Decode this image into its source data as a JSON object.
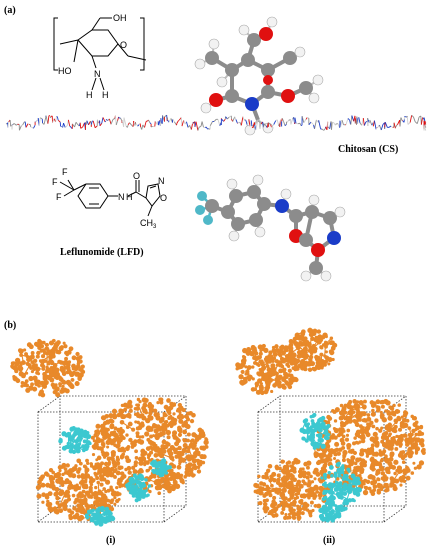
{
  "panel_a": {
    "label": "(a)",
    "cs_name": "Chitosan (CS)",
    "lfd_name": "Leflunomide (LFD)",
    "cs_atoms": {
      "oh_top": "OH",
      "o_ring": "O",
      "ho_left": "HO",
      "n": "N",
      "h1": "H",
      "h2": "H"
    },
    "lfd_atoms": {
      "f1": "F",
      "f2": "F",
      "f3": "F",
      "o": "O",
      "nh_n": "N",
      "nh_h": "H",
      "n_ring": "N",
      "o_ring": "O",
      "ch3": "CH",
      "ch3_sub": "3"
    }
  },
  "panel_b": {
    "label": "(b)",
    "sub_i": "(i)",
    "sub_ii": "(ii)"
  },
  "colors": {
    "chitosan_cluster": "#E8892A",
    "leflunomide_cluster": "#3CC8D0",
    "carbon": "#8c8c8c",
    "oxygen": "#e01010",
    "nitrogen": "#1a3cc8",
    "fluorine": "#4fb8c8",
    "hydrogen": "#f2f2f2"
  }
}
